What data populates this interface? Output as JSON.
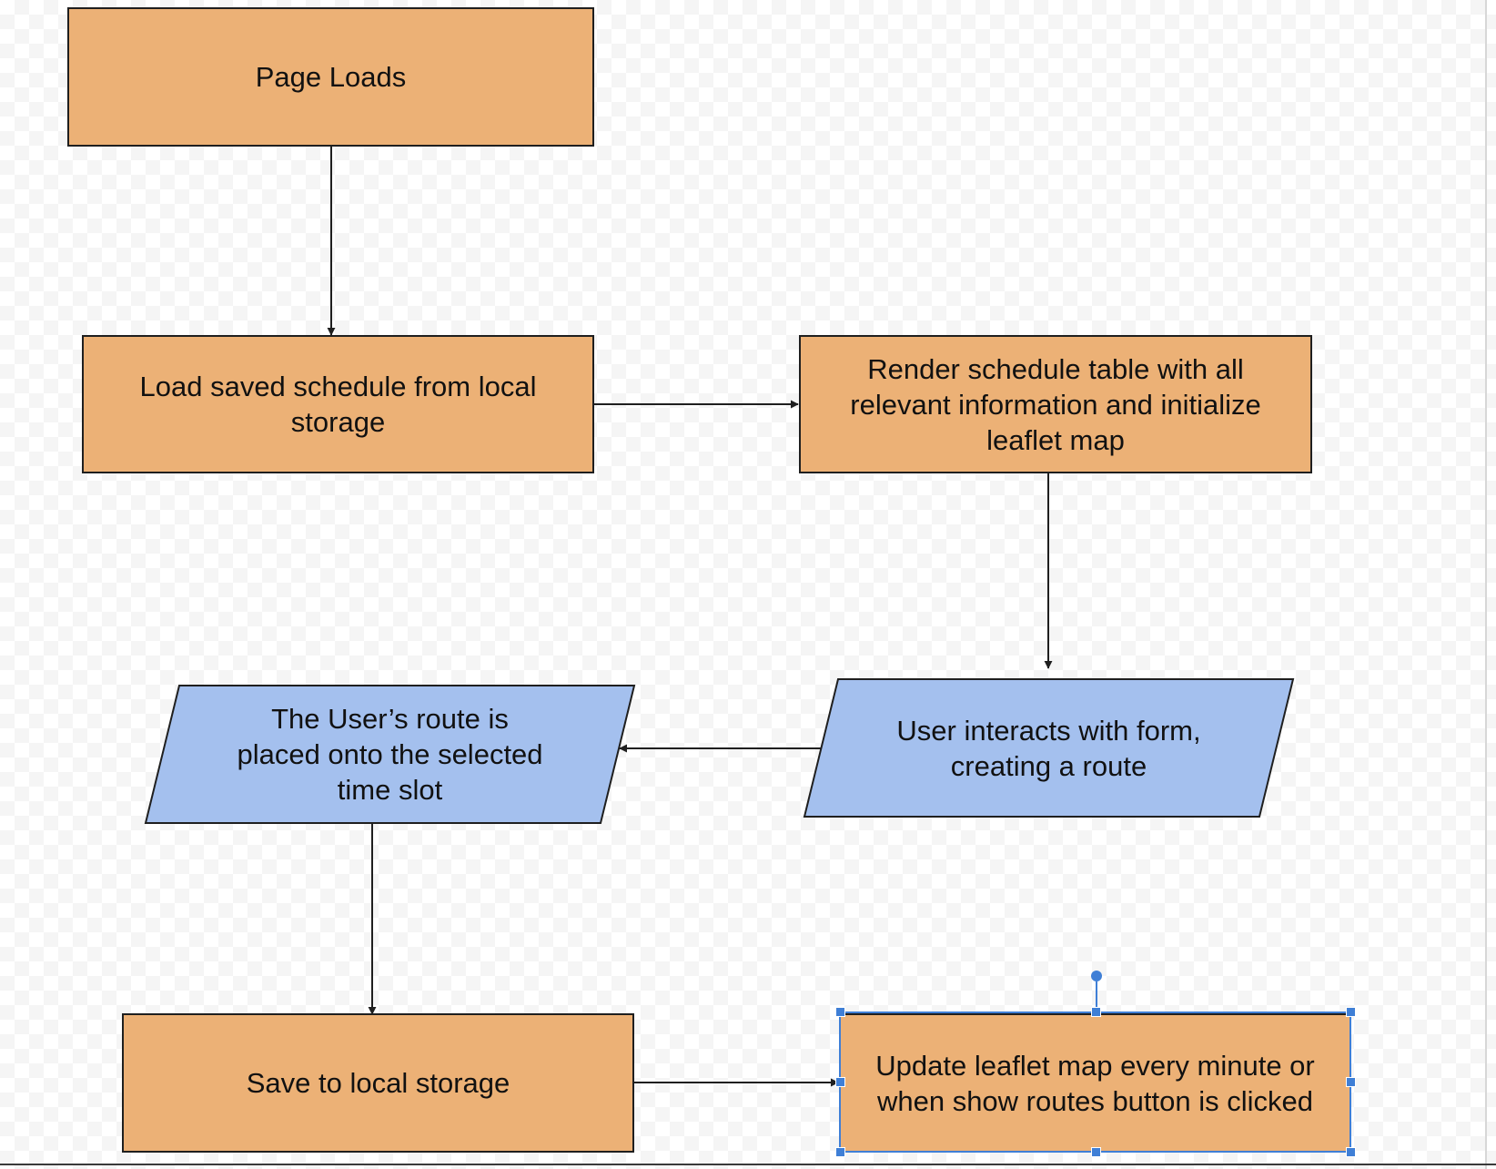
{
  "colors": {
    "process_fill": "#ecb176",
    "io_fill": "#a4c0ee",
    "stroke": "#1f1f1f",
    "selection": "#3f7fd6"
  },
  "nodes": {
    "page_loads": {
      "label": "Page Loads",
      "shape": "process"
    },
    "load_saved": {
      "label": "Load saved schedule from local\nstorage",
      "shape": "process"
    },
    "render_table": {
      "label": "Render schedule table with all\nrelevant information and initialize\nleaflet map",
      "shape": "process"
    },
    "user_interacts": {
      "label": "User interacts with form,\ncreating a route",
      "shape": "input-output"
    },
    "route_placed": {
      "label": "The User’s route is\nplaced onto the selected\ntime slot",
      "shape": "input-output"
    },
    "save_storage": {
      "label": "Save to local storage",
      "shape": "process"
    },
    "update_map": {
      "label": "Update leaflet map every minute or\nwhen show routes button is clicked",
      "shape": "process",
      "selected": true
    }
  },
  "edges": [
    {
      "from": "page_loads",
      "to": "load_saved"
    },
    {
      "from": "load_saved",
      "to": "render_table"
    },
    {
      "from": "render_table",
      "to": "user_interacts"
    },
    {
      "from": "user_interacts",
      "to": "route_placed"
    },
    {
      "from": "route_placed",
      "to": "save_storage"
    },
    {
      "from": "save_storage",
      "to": "update_map"
    }
  ]
}
